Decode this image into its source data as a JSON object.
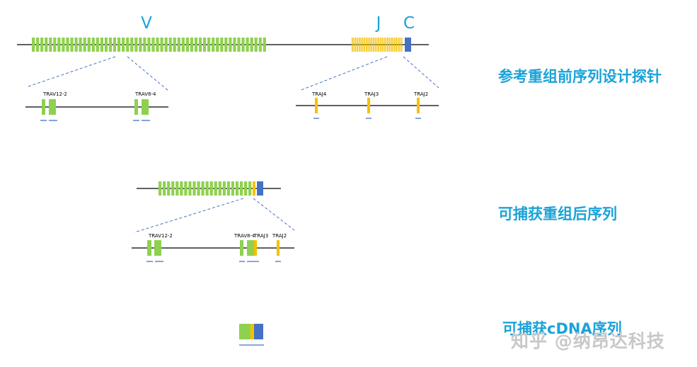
{
  "labels": {
    "v": "V",
    "j": "J",
    "c": "C"
  },
  "genes": {
    "trav12_2": "TRAV12-2",
    "trav8_4": "TRAV8-4",
    "traj4": "TRAJ4",
    "traj3": "TRAJ3",
    "traj2": "TRAJ2"
  },
  "captions": {
    "probe_design": "参考重组前序列设计探针",
    "capture_recombined": "可捕获重组后序列",
    "capture_cdna": "可捕获cDNA序列"
  },
  "watermark": "知乎 @纳昂达科技",
  "colors": {
    "v_segment": "#8fd14f",
    "j_segment": "#f5c100",
    "c_segment": "#4472c4",
    "probe": "#4472c4",
    "line": "#000000",
    "caption": "#1aa3d8"
  }
}
